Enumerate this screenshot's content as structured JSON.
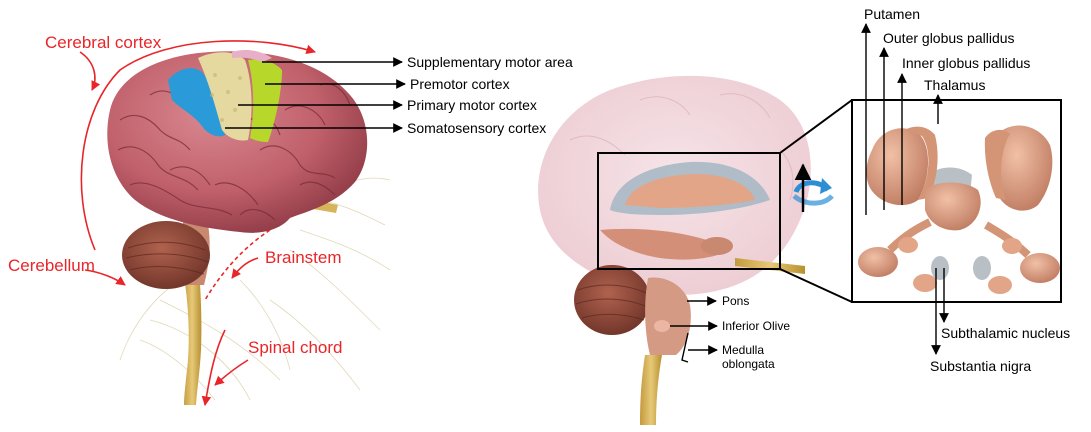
{
  "left_panel": {
    "region_labels": {
      "cerebral_cortex": "Cerebral cortex",
      "cerebellum": "Cerebellum",
      "brainstem": "Brainstem",
      "spinal_chord": "Spinal chord"
    },
    "cortex_labels": {
      "supplementary_motor_area": "Supplementary motor area",
      "premotor_cortex": "Premotor cortex",
      "primary_motor_cortex": "Primary motor cortex",
      "somatosensory_cortex": "Somatosensory cortex"
    }
  },
  "middle_panel": {
    "brainstem_labels": {
      "pons": "Pons",
      "inferior_olive": "Inferior Olive",
      "medulla_oblongata": "Medulla oblongata"
    }
  },
  "right_panel": {
    "basal_ganglia_labels": {
      "putamen": "Putamen",
      "outer_globus_pallidus": "Outer globus pallidus",
      "inner_globus_pallidus": "Inner globus pallidus",
      "thalamus": "Thalamus",
      "subthalamic_nucleus": "Subthalamic nucleus",
      "substantia_nigra": "Substantia nigra"
    }
  },
  "colors": {
    "annotation_red": "#e8262a",
    "brain_pink": "#c2646e",
    "brain_dark": "#8e3a45",
    "cerebellum": "#8a4a3c",
    "spinal_cord": "#d6b45a",
    "somatosensory": "#2a9ad8",
    "primary_motor": "#e6d9a0",
    "premotor": "#b7d82a",
    "supplementary": "#e7b0c8",
    "nucleus_tan": "#e3a588",
    "nucleus_gray": "#b8c0c6"
  }
}
